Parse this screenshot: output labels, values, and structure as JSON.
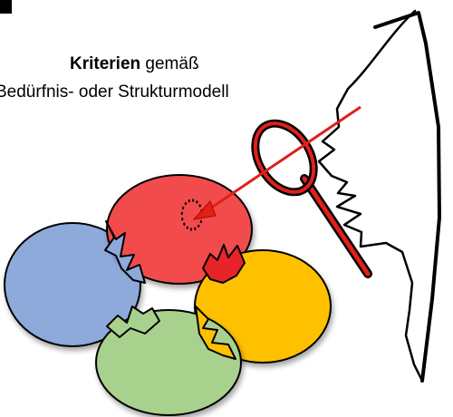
{
  "caption": {
    "line1_bold": "Kriterien",
    "line1_rest": " gemäß",
    "line2": "Bedürfnis- oder Strukturmodell"
  },
  "colors": {
    "red": "#f24b4b",
    "blue": "#8eaadb",
    "yellow": "#ffc000",
    "green": "#a9d18e",
    "magnifier": "#e0201b",
    "outline": "#000000"
  }
}
